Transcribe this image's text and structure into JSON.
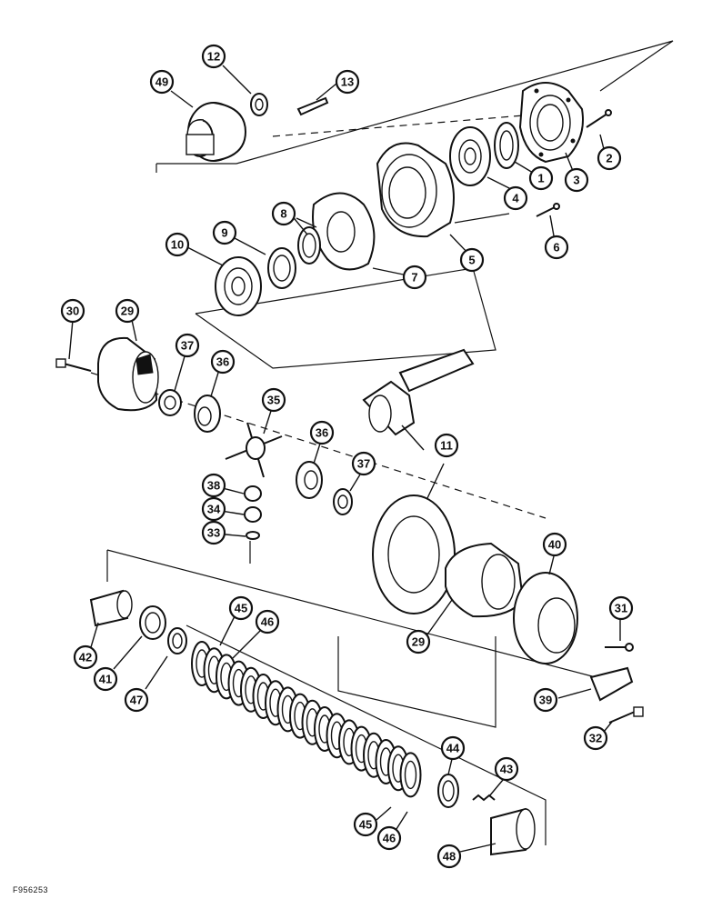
{
  "figure_id": "F956253",
  "callouts": [
    "49",
    "12",
    "13",
    "1",
    "2",
    "3",
    "4",
    "5",
    "6",
    "7",
    "8",
    "9",
    "10",
    "30",
    "29",
    "37",
    "36",
    "35",
    "11",
    "36",
    "37",
    "38",
    "34",
    "33",
    "40",
    "31",
    "29",
    "45",
    "46",
    "42",
    "41",
    "47",
    "39",
    "32",
    "44",
    "43",
    "45",
    "46",
    "48"
  ]
}
